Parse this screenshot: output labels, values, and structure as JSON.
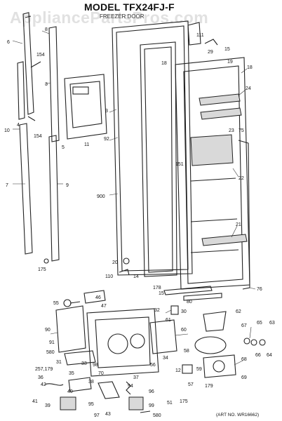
{
  "header": {
    "model_title": "MODEL TFX24FJ-F",
    "section_label": "FREEZER DOOR",
    "watermark": "AppliancePartsPros.com",
    "art_number": "(ART NO. WR16662)"
  },
  "callouts": [
    {
      "id": "c1",
      "text": "8"
    },
    {
      "id": "c2",
      "text": "6"
    },
    {
      "id": "c3",
      "text": "154"
    },
    {
      "id": "c4",
      "text": "3"
    },
    {
      "id": "c5",
      "text": "10"
    },
    {
      "id": "c6",
      "text": "4"
    },
    {
      "id": "c7",
      "text": "154"
    },
    {
      "id": "c8",
      "text": "5"
    },
    {
      "id": "c9",
      "text": "7"
    },
    {
      "id": "c10",
      "text": "9"
    },
    {
      "id": "c11",
      "text": "175"
    },
    {
      "id": "c12",
      "text": "11"
    },
    {
      "id": "c13",
      "text": "3"
    },
    {
      "id": "c14",
      "text": "92"
    },
    {
      "id": "c15",
      "text": "900"
    },
    {
      "id": "c16",
      "text": "111"
    },
    {
      "id": "c17",
      "text": "29"
    },
    {
      "id": "c18",
      "text": "15"
    },
    {
      "id": "c19",
      "text": "18"
    },
    {
      "id": "c20",
      "text": "19"
    },
    {
      "id": "c21",
      "text": "18"
    },
    {
      "id": "c22",
      "text": "24"
    },
    {
      "id": "c23",
      "text": "23"
    },
    {
      "id": "c24",
      "text": "75"
    },
    {
      "id": "c25",
      "text": "151"
    },
    {
      "id": "c26",
      "text": "22"
    },
    {
      "id": "c27",
      "text": "21"
    },
    {
      "id": "c28",
      "text": "20"
    },
    {
      "id": "c29",
      "text": "110"
    },
    {
      "id": "c30",
      "text": "14"
    },
    {
      "id": "c31",
      "text": "178"
    },
    {
      "id": "c32",
      "text": "15"
    },
    {
      "id": "c33",
      "text": "80"
    },
    {
      "id": "c34",
      "text": "76"
    },
    {
      "id": "c35",
      "text": "55"
    },
    {
      "id": "c36",
      "text": "46"
    },
    {
      "id": "c37",
      "text": "47"
    },
    {
      "id": "c38",
      "text": "32"
    },
    {
      "id": "c39",
      "text": "30"
    },
    {
      "id": "c40",
      "text": "61"
    },
    {
      "id": "c41",
      "text": "62"
    },
    {
      "id": "c42",
      "text": "90"
    },
    {
      "id": "c43",
      "text": "60"
    },
    {
      "id": "c44",
      "text": "67"
    },
    {
      "id": "c45",
      "text": "65"
    },
    {
      "id": "c46",
      "text": "63"
    },
    {
      "id": "c47",
      "text": "91"
    },
    {
      "id": "c48",
      "text": "580"
    },
    {
      "id": "c49",
      "text": "66"
    },
    {
      "id": "c50",
      "text": "64"
    },
    {
      "id": "c51",
      "text": "68"
    },
    {
      "id": "c52",
      "text": "31"
    },
    {
      "id": "c53",
      "text": "58"
    },
    {
      "id": "c54",
      "text": "33"
    },
    {
      "id": "c55",
      "text": "257,179"
    },
    {
      "id": "c56",
      "text": "35"
    },
    {
      "id": "c57",
      "text": "98"
    },
    {
      "id": "c58",
      "text": "70"
    },
    {
      "id": "c59",
      "text": "34"
    },
    {
      "id": "c60",
      "text": "56"
    },
    {
      "id": "c61",
      "text": "36"
    },
    {
      "id": "c62",
      "text": "12"
    },
    {
      "id": "c63",
      "text": "59"
    },
    {
      "id": "c64",
      "text": "69"
    },
    {
      "id": "c65",
      "text": "42"
    },
    {
      "id": "c66",
      "text": "38"
    },
    {
      "id": "c67",
      "text": "37"
    },
    {
      "id": "c68",
      "text": "94"
    },
    {
      "id": "c69",
      "text": "96"
    },
    {
      "id": "c70",
      "text": "179"
    },
    {
      "id": "c71",
      "text": "57"
    },
    {
      "id": "c72",
      "text": "40"
    },
    {
      "id": "c73",
      "text": "41"
    },
    {
      "id": "c74",
      "text": "39"
    },
    {
      "id": "c75",
      "text": "95"
    },
    {
      "id": "c76",
      "text": "51"
    },
    {
      "id": "c77",
      "text": "175"
    },
    {
      "id": "c78",
      "text": "99"
    },
    {
      "id": "c79",
      "text": "97"
    },
    {
      "id": "c80",
      "text": "43"
    },
    {
      "id": "c81",
      "text": "580"
    }
  ]
}
